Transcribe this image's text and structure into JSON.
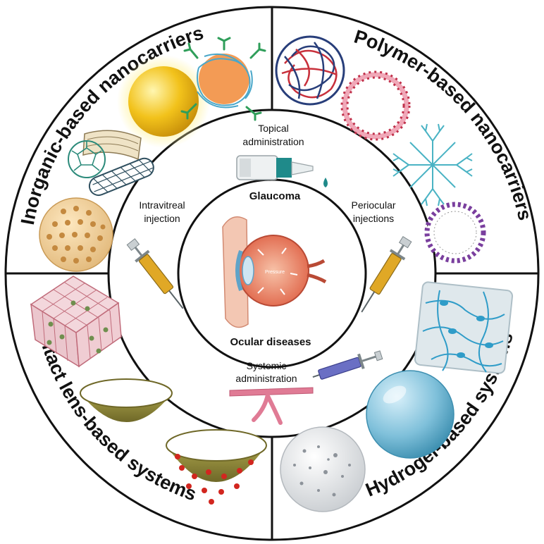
{
  "outer_ring": {
    "inorganic": "Inorganic-based nanocarriers",
    "polymer": "Polymer-based nanocarriers",
    "contact_lens": "Contact lens-based systems",
    "hydrogel": "Hydrogel-based systems"
  },
  "middle_ring": {
    "topical_line1": "Topical",
    "topical_line2": "administration",
    "intravitreal_line1": "Intravitreal",
    "intravitreal_line2": "injection",
    "periocular_line1": "Periocular",
    "periocular_line2": "injections",
    "systemic_line1": "Systemic",
    "systemic_line2": "administration"
  },
  "center": {
    "top": "Glaucoma",
    "bottom": "Ocular diseases",
    "eye_label": "Pressure"
  },
  "colors": {
    "ring_stroke": "#111111",
    "gold": "#f2c21b",
    "syringe_fluid": "#e0a826",
    "drop": "#1f8a8a",
    "hydrogel_blue": "#7fc0da",
    "lens_olive": "#8b8233",
    "vessel_pink": "#e07b95"
  }
}
